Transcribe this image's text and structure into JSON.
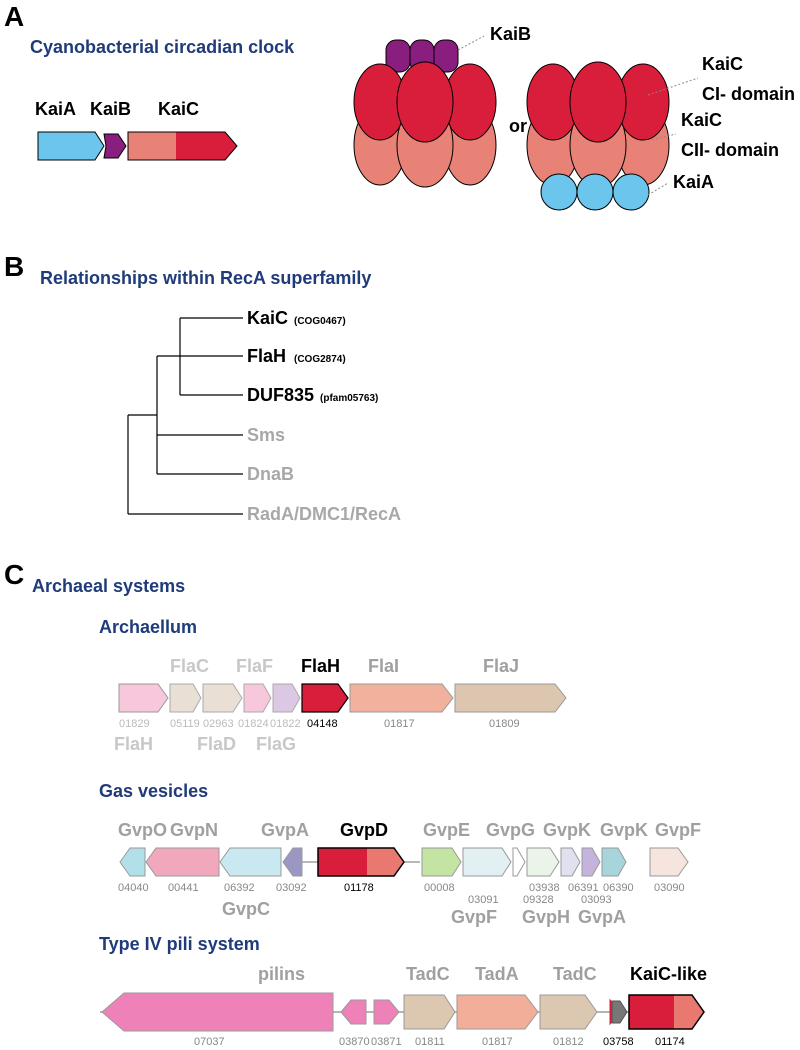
{
  "panels": {
    "a": {
      "letter": "A",
      "title": "Cyanobacterial circadian clock",
      "genes": [
        "KaiA",
        "KaiB",
        "KaiC"
      ],
      "complex_labels": {
        "kaib": "KaiB",
        "or": "or",
        "kaic_ci_1": "KaiC",
        "kaic_ci_2": "CI- domain",
        "kaic_cii_1": "KaiC",
        "kaic_cii_2": "CII- domain",
        "kaia": "KaiA"
      }
    },
    "b": {
      "letter": "B",
      "title": "Relationships within RecA superfamily",
      "leaves": [
        {
          "name": "KaiC",
          "note": "(COG0467)"
        },
        {
          "name": "FlaH",
          "note": "(COG2874)"
        },
        {
          "name": "DUF835",
          "note": "(pfam05763)"
        },
        {
          "name": "Sms",
          "note": ""
        },
        {
          "name": "DnaB",
          "note": ""
        },
        {
          "name": "RadA/DMC1/RecA",
          "note": ""
        }
      ]
    },
    "c": {
      "letter": "C",
      "title": "Archaeal systems",
      "archaellum": {
        "title": "Archaellum",
        "top_labels": [
          "FlaC",
          "FlaF",
          "FlaH",
          "FlaI",
          "FlaJ"
        ],
        "bottom_labels": [
          "FlaH",
          "FlaD",
          "FlaG"
        ],
        "codes": [
          "01829",
          "05119",
          "02963",
          "01824",
          "01822",
          "04148",
          "01817",
          "01809"
        ]
      },
      "gas_vesicles": {
        "title": "Gas vesicles",
        "top_labels": [
          "GvpO",
          "GvpN",
          "GvpA",
          "GvpD",
          "GvpE",
          "GvpG",
          "GvpK",
          "GvpK",
          "GvpF"
        ],
        "bottom_labels": [
          "GvpC",
          "GvpF",
          "GvpH",
          "GvpA"
        ],
        "codes": [
          "04040",
          "00441",
          "06392",
          "03092",
          "01178",
          "00008",
          "03091",
          "03938",
          "09328",
          "06391",
          "03093",
          "06390",
          "03090"
        ]
      },
      "type4": {
        "title": "Type IV pili system",
        "top_labels": [
          "pilins",
          "TadC",
          "TadA",
          "TadC",
          "KaiC-like"
        ],
        "codes": [
          "07037",
          "03870",
          "03871",
          "01811",
          "01817",
          "01812",
          "03758",
          "01174"
        ]
      }
    }
  },
  "colors": {
    "kaia_blue": "#6cc5ec",
    "kaib_purple": "#8a1e7f",
    "kaic_ci_red": "#d91e3c",
    "kaic_cii_salmon": "#e88276",
    "title_blue": "#1f3b7a"
  }
}
